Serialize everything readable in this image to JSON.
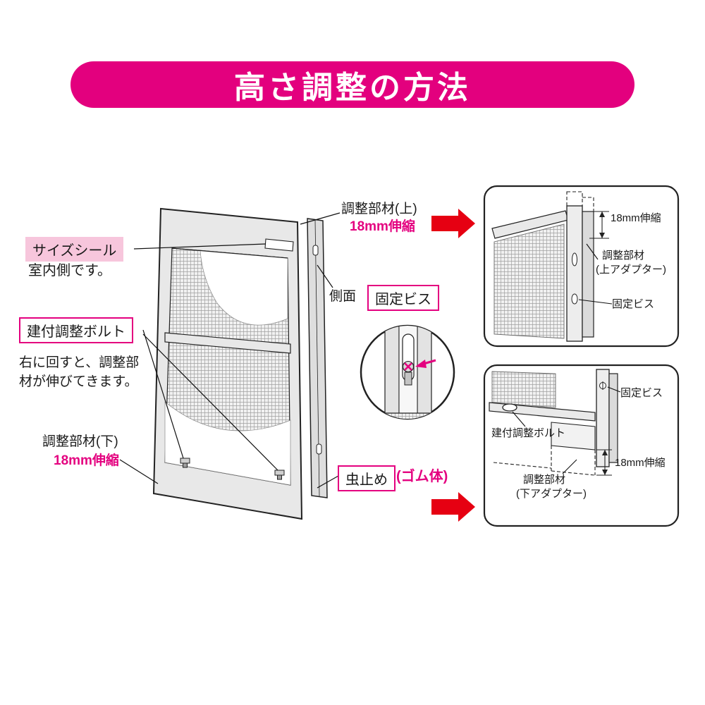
{
  "banner": {
    "title": "高さ調整の方法"
  },
  "colors": {
    "magenta": "#E4007F",
    "banner_bg": "#E3007E",
    "pink_tag_bg": "#F7C6DC",
    "arrow_red": "#E60012"
  },
  "main_labels": {
    "size_seal": "サイズシール",
    "size_seal_note": "室内側です。",
    "adjust_bolt": "建付調整ボルト",
    "adjust_bolt_note_line1": "右に回すと、調整部",
    "adjust_bolt_note_line2": "材が伸びてきます。",
    "lower_member": "調整部材(下)",
    "lower_member_dim": "18mm伸縮",
    "upper_member": "調整部材(上)",
    "upper_member_dim": "18mm伸縮",
    "side_face": "側面",
    "fixing_screw": "固定ビス",
    "insect_stop": "虫止め",
    "insect_stop_note": "(ゴム体)"
  },
  "detail_top": {
    "dim": "18mm伸縮",
    "member_line1": "調整部材",
    "member_line2": "(上アダプター)",
    "fixing_screw": "固定ビス"
  },
  "detail_bottom": {
    "fixing_screw": "固定ビス",
    "adjust_bolt": "建付調整ボルト",
    "member_line1": "調整部材",
    "member_line2": "(下アダプター)",
    "dim": "18mm伸縮"
  }
}
